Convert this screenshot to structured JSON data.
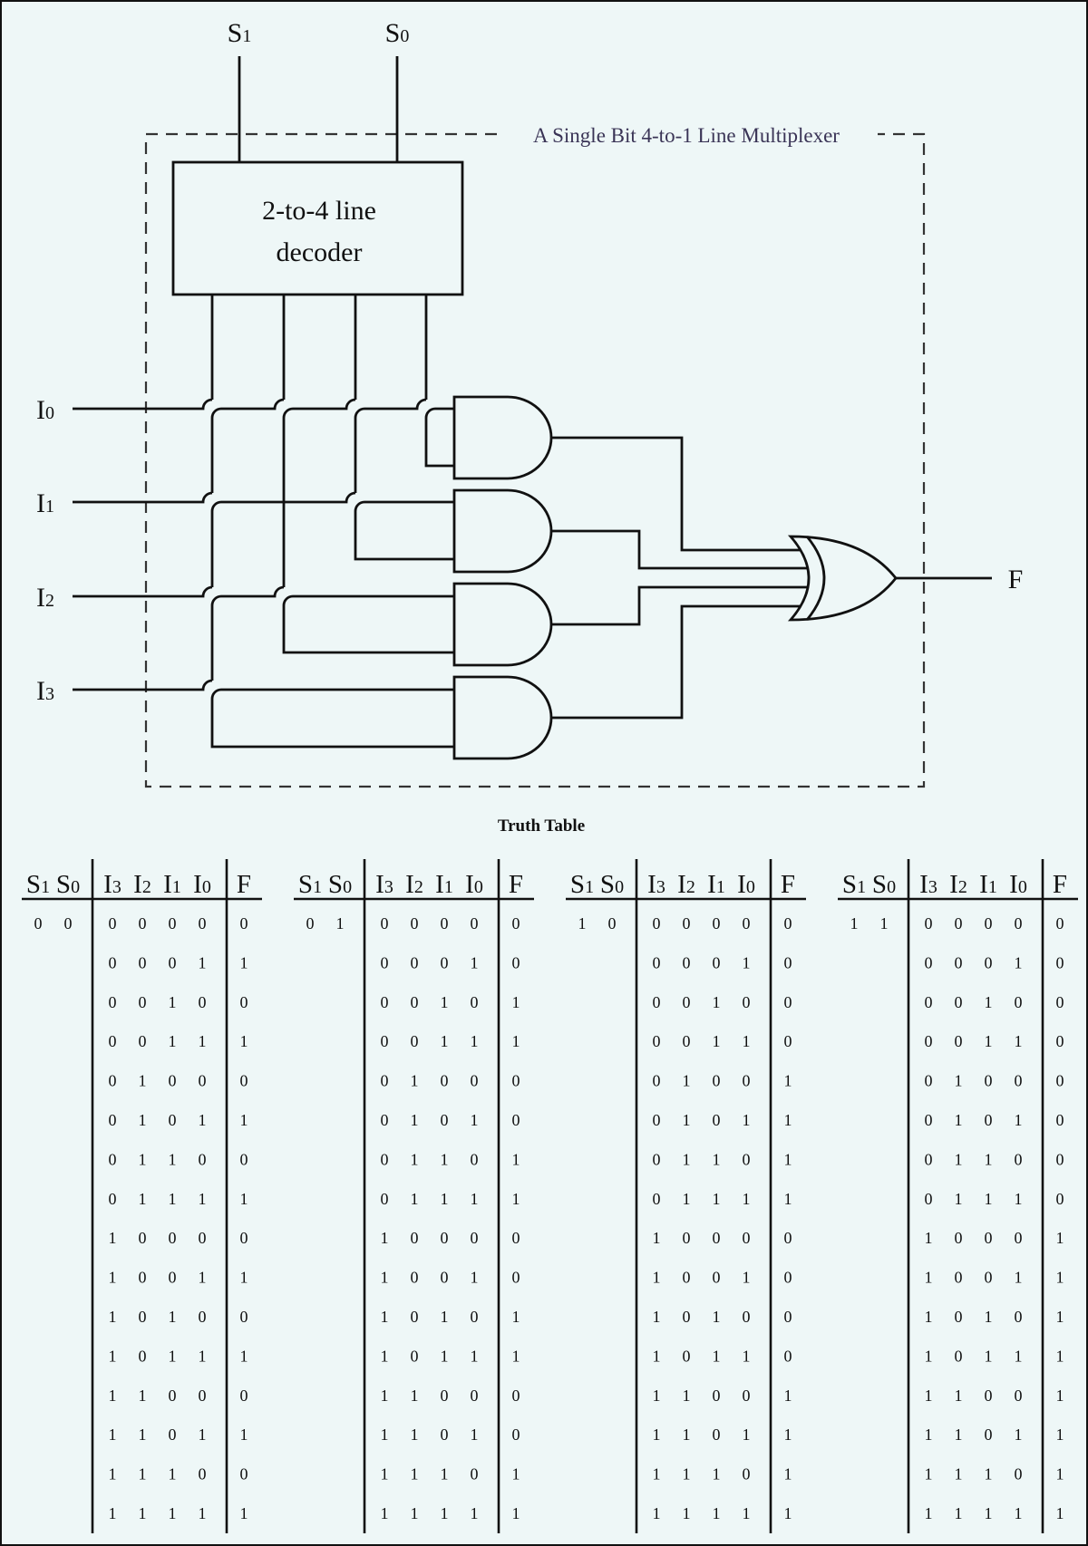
{
  "diagram": {
    "select_inputs": [
      {
        "label": "S",
        "sub": "1"
      },
      {
        "label": "S",
        "sub": "0"
      }
    ],
    "data_inputs": [
      {
        "label": "I",
        "sub": "0"
      },
      {
        "label": "I",
        "sub": "1"
      },
      {
        "label": "I",
        "sub": "2"
      },
      {
        "label": "I",
        "sub": "3"
      }
    ],
    "decoder_line1": "2-to-4 line",
    "decoder_line2": "decoder",
    "mux_label": "A Single Bit 4-to-1 Line Multiplexer",
    "output_label": "F"
  },
  "truth_table": {
    "title": "Truth Table",
    "headers": {
      "s1": {
        "label": "S",
        "sub": "1"
      },
      "s0": {
        "label": "S",
        "sub": "0"
      },
      "i3": {
        "label": "I",
        "sub": "3"
      },
      "i2": {
        "label": "I",
        "sub": "2"
      },
      "i1": {
        "label": "I",
        "sub": "1"
      },
      "i0": {
        "label": "I",
        "sub": "0"
      },
      "f": "F"
    },
    "tables": [
      {
        "s1": "0",
        "s0": "0",
        "f": [
          "0",
          "1",
          "0",
          "1",
          "0",
          "1",
          "0",
          "1",
          "0",
          "1",
          "0",
          "1",
          "0",
          "1",
          "0",
          "1"
        ]
      },
      {
        "s1": "0",
        "s0": "1",
        "f": [
          "0",
          "0",
          "1",
          "1",
          "0",
          "0",
          "1",
          "1",
          "0",
          "0",
          "1",
          "1",
          "0",
          "0",
          "1",
          "1"
        ]
      },
      {
        "s1": "1",
        "s0": "0",
        "f": [
          "0",
          "0",
          "0",
          "0",
          "1",
          "1",
          "1",
          "1",
          "0",
          "0",
          "0",
          "0",
          "1",
          "1",
          "1",
          "1"
        ]
      },
      {
        "s1": "1",
        "s0": "1",
        "f": [
          "0",
          "0",
          "0",
          "0",
          "0",
          "0",
          "0",
          "0",
          "1",
          "1",
          "1",
          "1",
          "1",
          "1",
          "1",
          "1"
        ]
      }
    ],
    "input_rows": [
      [
        "0",
        "0",
        "0",
        "0"
      ],
      [
        "0",
        "0",
        "0",
        "1"
      ],
      [
        "0",
        "0",
        "1",
        "0"
      ],
      [
        "0",
        "0",
        "1",
        "1"
      ],
      [
        "0",
        "1",
        "0",
        "0"
      ],
      [
        "0",
        "1",
        "0",
        "1"
      ],
      [
        "0",
        "1",
        "1",
        "0"
      ],
      [
        "0",
        "1",
        "1",
        "1"
      ],
      [
        "1",
        "0",
        "0",
        "0"
      ],
      [
        "1",
        "0",
        "0",
        "1"
      ],
      [
        "1",
        "0",
        "1",
        "0"
      ],
      [
        "1",
        "0",
        "1",
        "1"
      ],
      [
        "1",
        "1",
        "0",
        "0"
      ],
      [
        "1",
        "1",
        "0",
        "1"
      ],
      [
        "1",
        "1",
        "1",
        "0"
      ],
      [
        "1",
        "1",
        "1",
        "1"
      ]
    ]
  }
}
